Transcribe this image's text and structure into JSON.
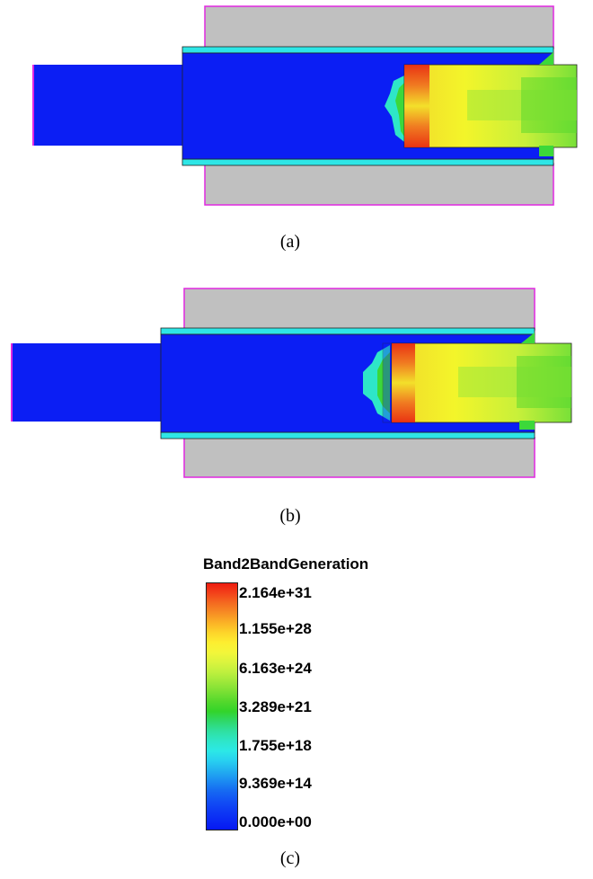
{
  "figure": {
    "captions": [
      "(a)",
      "(b)",
      "(c)"
    ],
    "colorbar": {
      "title": "Band2BandGeneration",
      "labels": [
        "2.164e+31",
        "1.155e+28",
        "6.163e+24",
        "3.289e+21",
        "1.755e+18",
        "9.369e+14",
        "0.000e+00"
      ]
    },
    "colors": {
      "blue": "#0b1ef4",
      "cyan": "#2ee6e6",
      "gray": "#c0c0c0",
      "magenta": "#e028e0",
      "yellow": "#f3f52a",
      "green": "#3cd83a",
      "red": "#e82010",
      "orange": "#f08020"
    }
  }
}
